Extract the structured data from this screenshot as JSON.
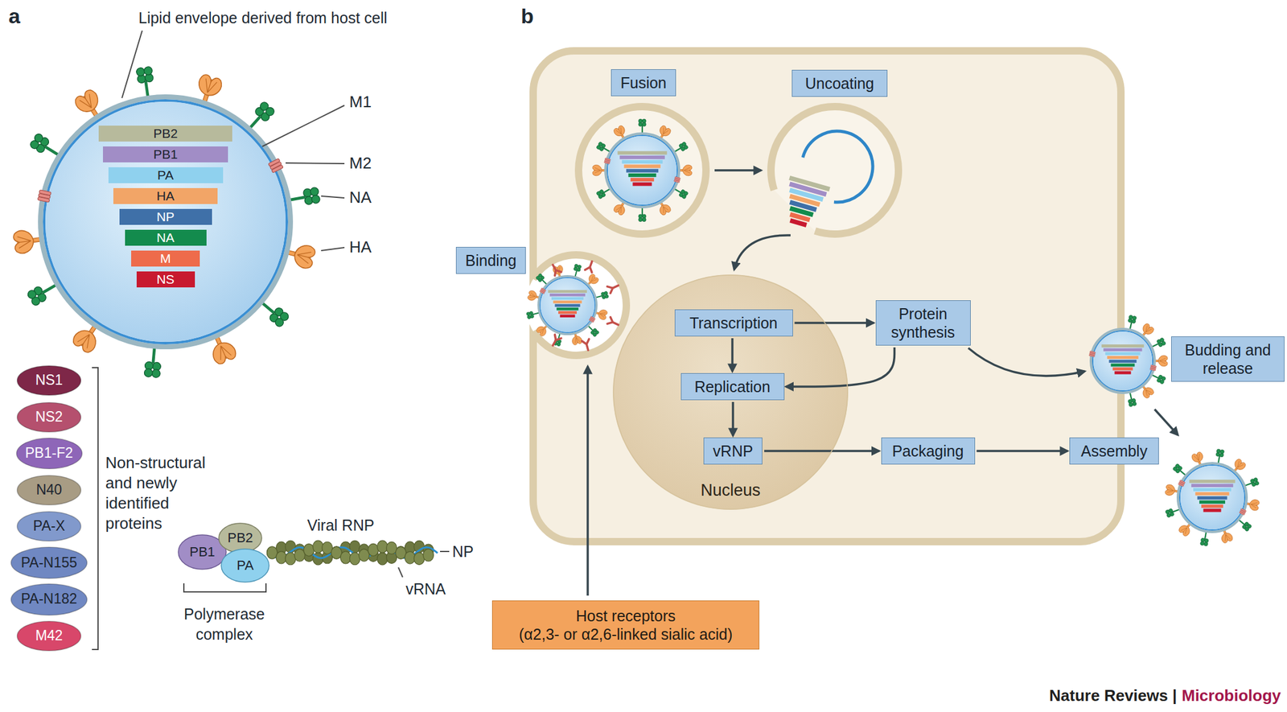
{
  "diagram": {
    "nodes": [
      {
        "text": [
          "PB2"
        ]
      },
      {
        "text": [
          "PB1"
        ]
      },
      {
        "text": [
          "PA"
        ]
      },
      {
        "text": [
          "HA"
        ]
      },
      {
        "text": [
          "NP"
        ]
      },
      {
        "text": [
          "NA"
        ]
      },
      {
        "text": [
          "M"
        ]
      },
      {
        "text": [
          "NS"
        ]
      },
      {
        "text": [
          "NS1"
        ]
      },
      {
        "text": [
          "NS2"
        ]
      },
      {
        "text": [
          "PB1-F2"
        ]
      },
      {
        "text": [
          "N40"
        ]
      },
      {
        "text": [
          "PA-X"
        ]
      },
      {
        "text": [
          "PA-N155"
        ]
      },
      {
        "text": [
          "PA-N182"
        ]
      },
      {
        "text": [
          "M42"
        ]
      },
      {
        "text": [
          "PB1"
        ]
      },
      {
        "text": [
          "PB2"
        ]
      },
      {
        "text": [
          "PA"
        ]
      },
      {
        "text": [
          "Fusion"
        ]
      },
      {
        "text": [
          "Uncoating"
        ]
      },
      {
        "text": [
          "Binding"
        ]
      },
      {
        "text": [
          "Nucleus"
        ]
      },
      {
        "text": [
          "Transcription"
        ],
        "in": 22
      },
      {
        "text": [
          "Protein synthesis"
        ]
      },
      {
        "text": [
          "Replication"
        ],
        "in": 22
      },
      {
        "text": [
          "vRNP"
        ],
        "in": 22
      },
      {
        "text": [
          "Packaging"
        ]
      },
      {
        "text": [
          "Assembly"
        ]
      },
      {
        "text": [
          "Budding and release"
        ]
      },
      {
        "text": [
          "Host receptors",
          "(α2,3- or α2,6-linked sialic acid)"
        ]
      }
    ],
    "edges": [
      {
        "from": 23,
        "to": 24,
        "arrow": "to"
      },
      {
        "from": 23,
        "to": 25,
        "arrow": "to"
      },
      {
        "from": 24,
        "to": 25,
        "arrow": "to"
      },
      {
        "from": 25,
        "to": 26,
        "arrow": "to"
      },
      {
        "from": 26,
        "to": 27,
        "arrow": "to"
      },
      {
        "from": 27,
        "to": 28,
        "arrow": "to"
      }
    ],
    "labels": [
      "a",
      "Lipid envelope derived from host cell",
      "M1",
      "M2",
      "NA",
      "HA",
      "Non-structural and newly identified proteins",
      "Viral RNP",
      "NP",
      "vRNA",
      "Polymerase complex",
      "b",
      "Nature Reviews |",
      "Microbiology"
    ]
  }
}
